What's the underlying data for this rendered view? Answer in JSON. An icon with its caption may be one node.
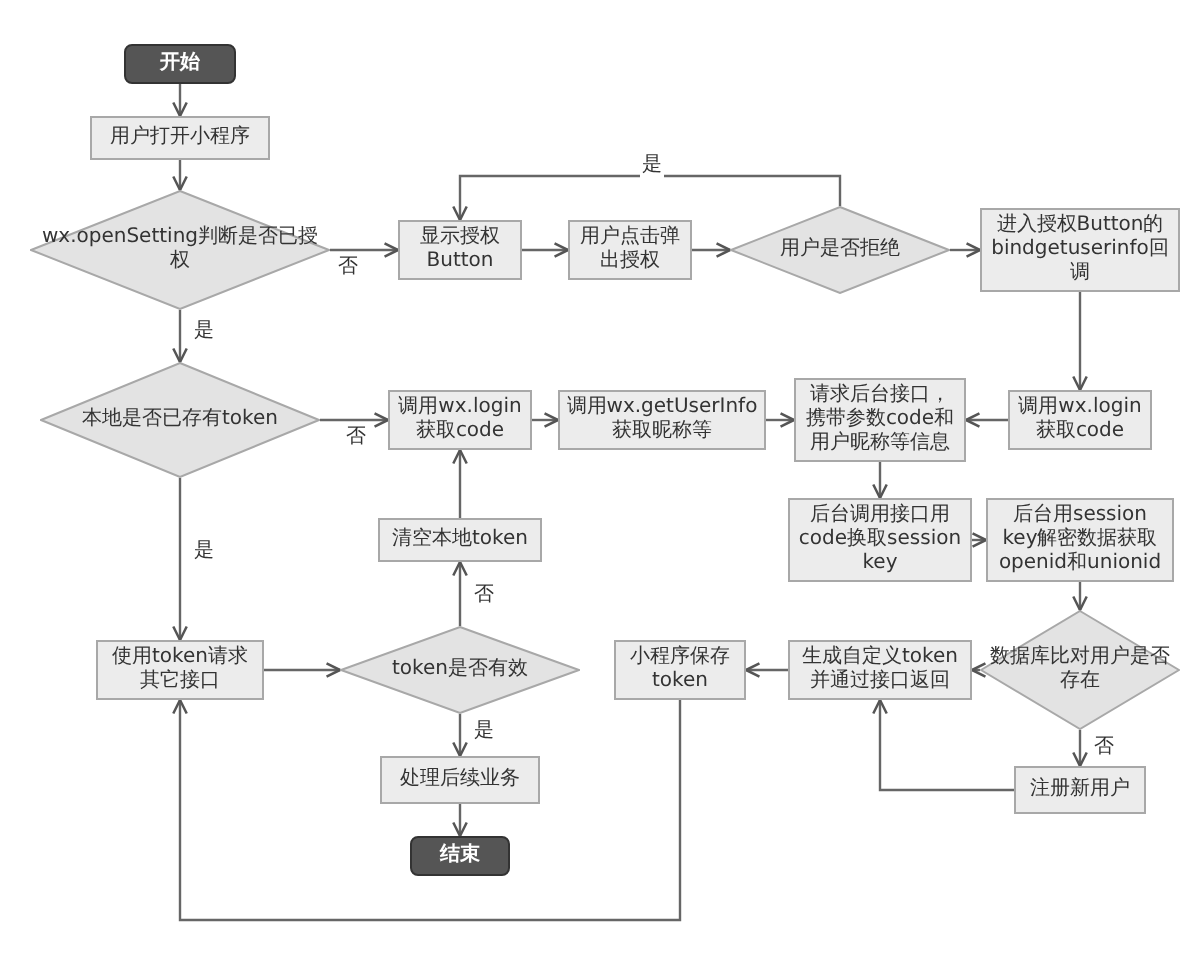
{
  "diagram": {
    "nodes": [
      {
        "text": [
          "开始"
        ]
      },
      {
        "text": [
          "用户打开小程序"
        ]
      },
      {
        "text": [
          "wx.openSetting判断是否已授权"
        ]
      },
      {
        "text": [
          "显示授权Button"
        ]
      },
      {
        "text": [
          "用户点击弹出授权"
        ]
      },
      {
        "text": [
          "用户是否拒绝"
        ]
      },
      {
        "text": [
          "进入授权Button的bindgetuserinfo回调"
        ]
      },
      {
        "text": [
          "本地是否已存有token"
        ]
      },
      {
        "text": [
          "调用wx.login获取code"
        ]
      },
      {
        "text": [
          "调用wx.getUserInfo获取昵称等"
        ]
      },
      {
        "text": [
          "请求后台接口，携带参数code和用户昵称等信息"
        ]
      },
      {
        "text": [
          "调用wx.login获取code"
        ]
      },
      {
        "text": [
          "清空本地token"
        ]
      },
      {
        "text": [
          "后台调用接口用code换取session key"
        ]
      },
      {
        "text": [
          "后台用session key解密数据获取openid和unionid"
        ]
      },
      {
        "text": [
          "使用token请求其它接口"
        ]
      },
      {
        "text": [
          "token是否有效"
        ]
      },
      {
        "text": [
          "小程序保存token"
        ]
      },
      {
        "text": [
          "生成自定义token并通过接口返回"
        ]
      },
      {
        "text": [
          "数据库比对用户是否存在"
        ]
      },
      {
        "text": [
          "注册新用户"
        ]
      },
      {
        "text": [
          "处理后续业务"
        ]
      },
      {
        "text": [
          "结束"
        ]
      }
    ],
    "edges": [
      {
        "from": 0,
        "to": 1,
        "arrow": "to"
      },
      {
        "from": 1,
        "to": 2,
        "arrow": "to"
      },
      {
        "from": 2,
        "to": 3,
        "arrow": "to",
        "label": "否"
      },
      {
        "from": 2,
        "to": 7,
        "arrow": "to",
        "label": "是"
      },
      {
        "from": 3,
        "to": 4,
        "arrow": "to"
      },
      {
        "from": 4,
        "to": 5,
        "arrow": "to"
      },
      {
        "from": 5,
        "to": 3,
        "arrow": "to",
        "label": "是"
      },
      {
        "from": 5,
        "to": 6,
        "arrow": "to"
      },
      {
        "from": 6,
        "to": 11,
        "arrow": "to"
      },
      {
        "from": 11,
        "to": 10,
        "arrow": "to"
      },
      {
        "from": 10,
        "to": 13,
        "arrow": "to"
      },
      {
        "from": 13,
        "to": 14,
        "arrow": "to"
      },
      {
        "from": 14,
        "to": 19,
        "arrow": "to"
      },
      {
        "from": 19,
        "to": 18,
        "arrow": "to"
      },
      {
        "from": 19,
        "to": 20,
        "arrow": "to",
        "label": "否"
      },
      {
        "from": 20,
        "to": 18,
        "arrow": "to"
      },
      {
        "from": 18,
        "to": 17,
        "arrow": "to"
      },
      {
        "from": 17,
        "to": 15,
        "arrow": "to"
      },
      {
        "from": 7,
        "to": 8,
        "arrow": "to",
        "label": "否"
      },
      {
        "from": 7,
        "to": 15,
        "arrow": "to",
        "label": "是"
      },
      {
        "from": 8,
        "to": 9,
        "arrow": "to"
      },
      {
        "from": 9,
        "to": 10,
        "arrow": "to"
      },
      {
        "from": 15,
        "to": 16,
        "arrow": "to"
      },
      {
        "from": 16,
        "to": 12,
        "arrow": "to",
        "label": "否"
      },
      {
        "from": 12,
        "to": 8,
        "arrow": "to"
      },
      {
        "from": 16,
        "to": 21,
        "arrow": "to",
        "label": "是"
      },
      {
        "from": 21,
        "to": 22,
        "arrow": "to"
      }
    ]
  }
}
